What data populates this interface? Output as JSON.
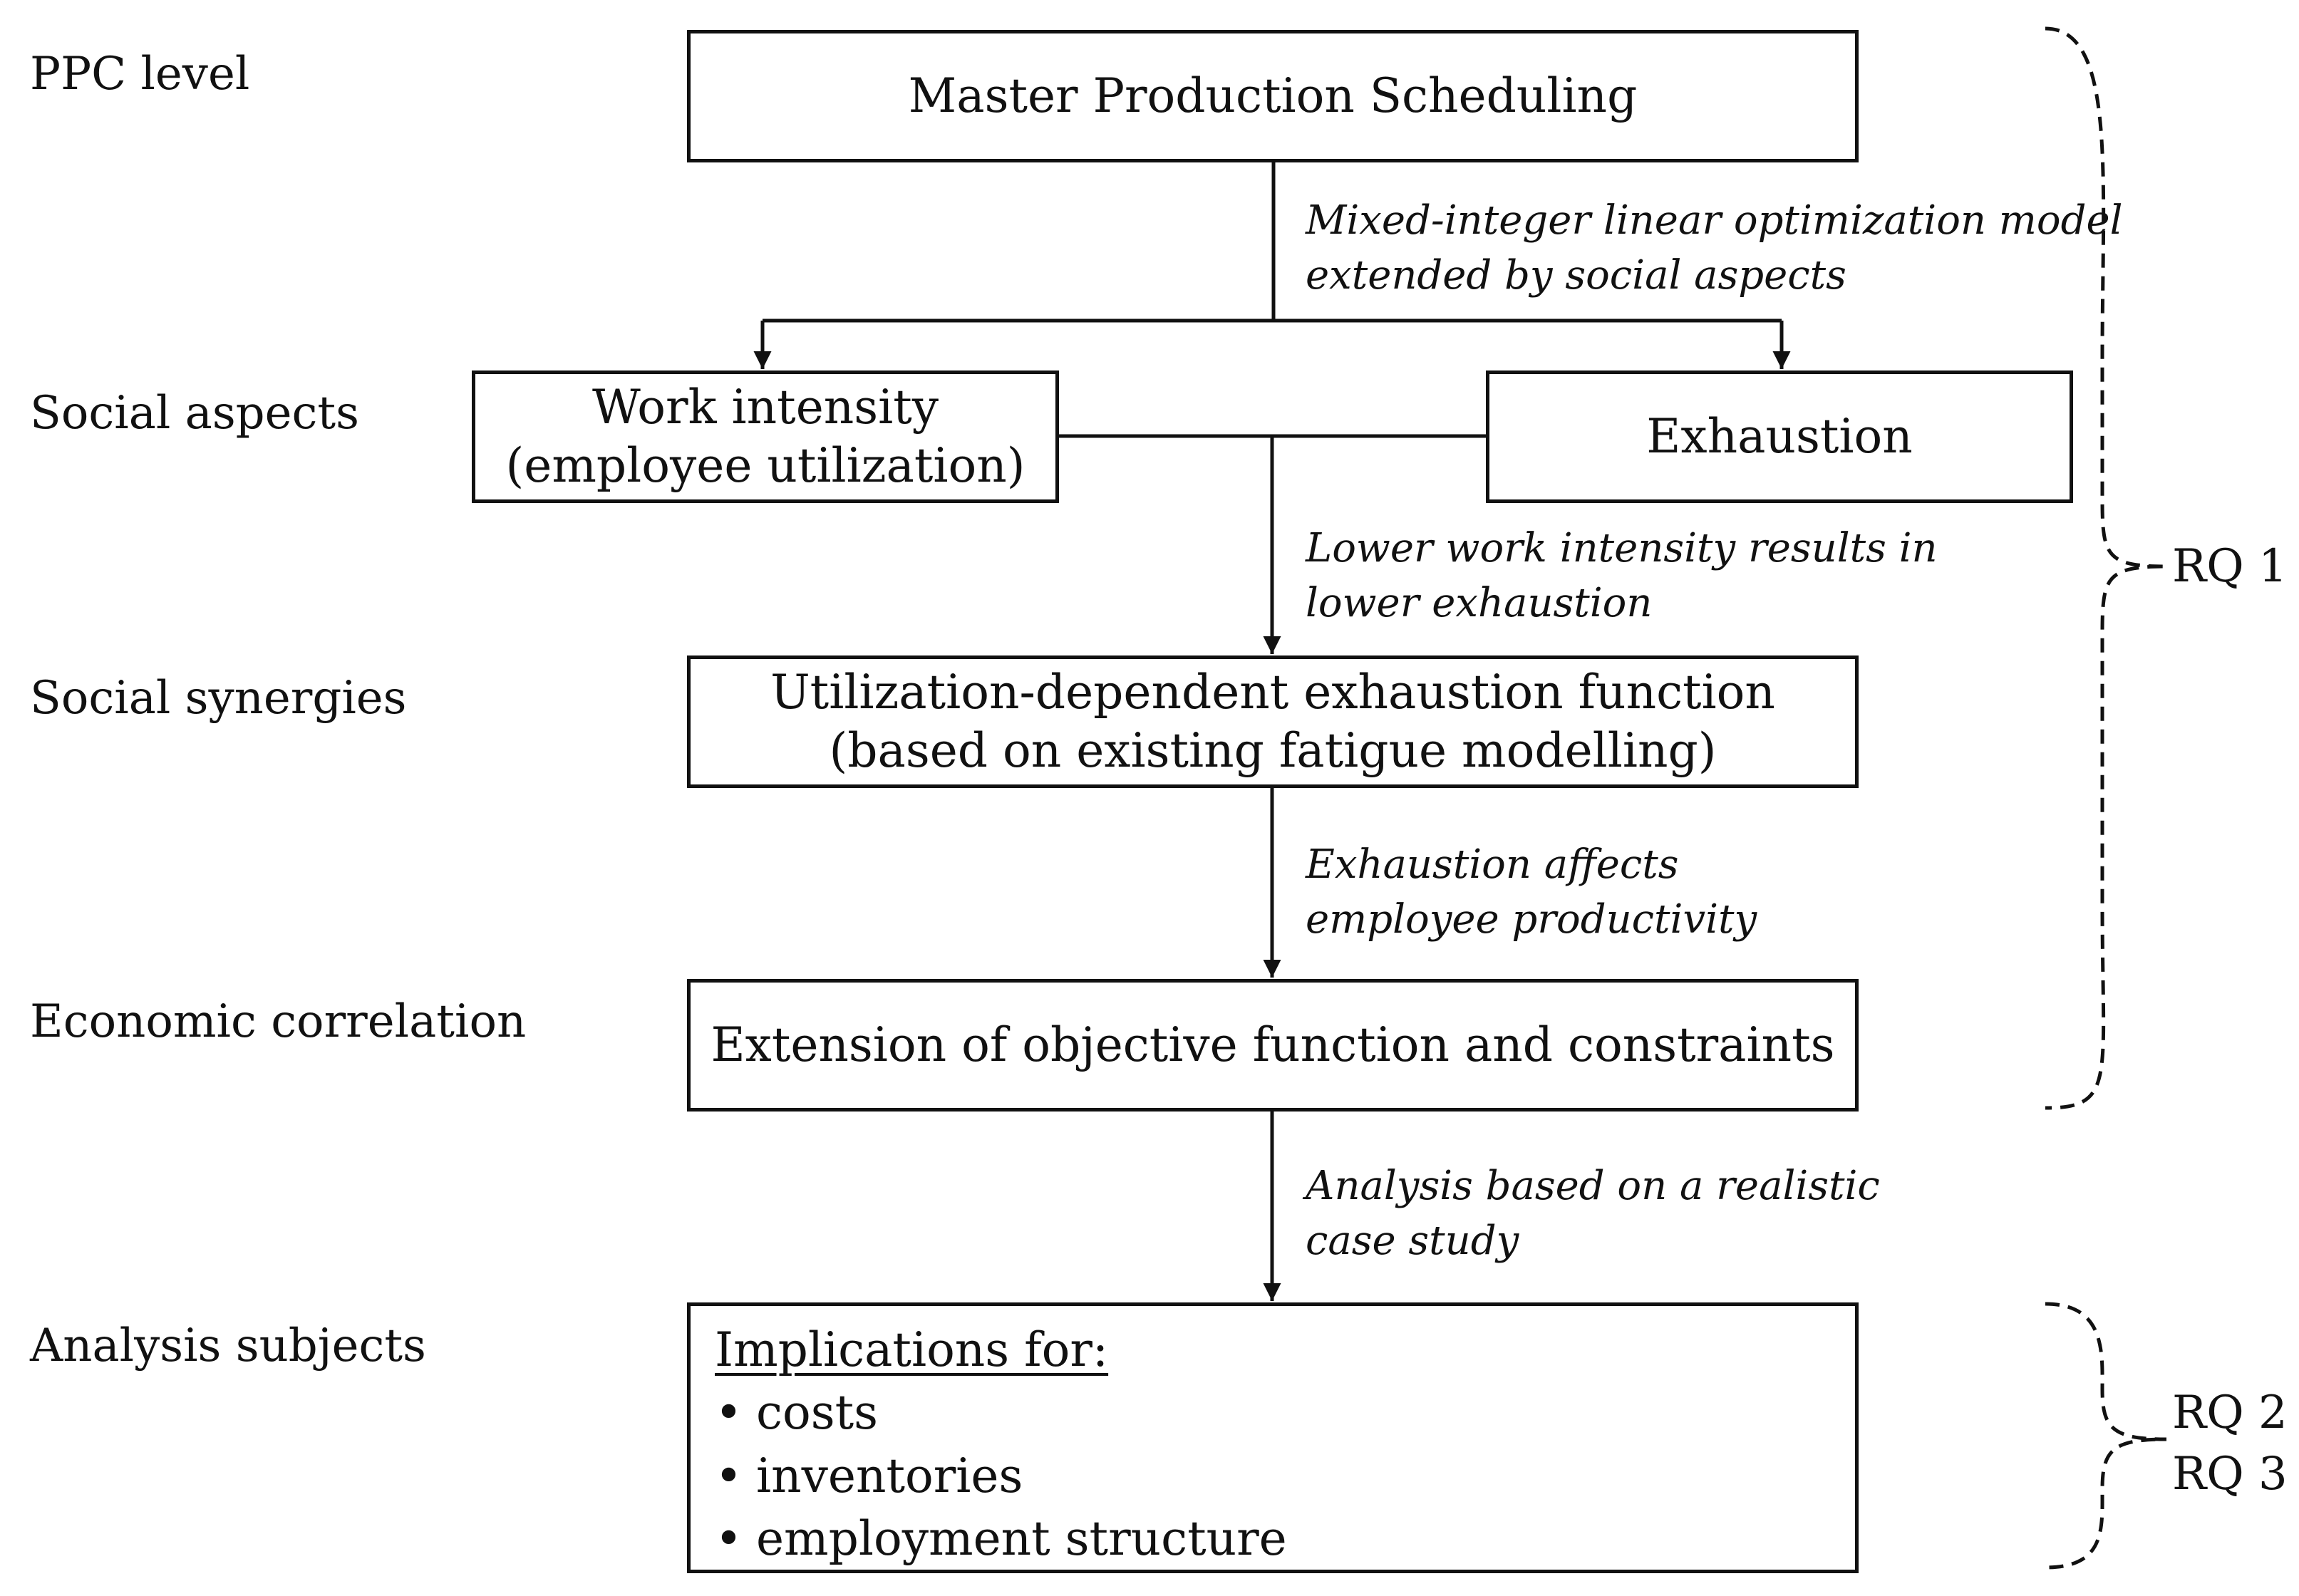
{
  "row_labels": {
    "ppc_level": "PPC level",
    "social_aspects": "Social aspects",
    "social_synergies": "Social synergies",
    "economic_correlation": "Economic correlation",
    "analysis_subjects": "Analysis subjects"
  },
  "boxes": {
    "master_production": "Master Production Scheduling",
    "work_intensity": [
      "Work intensity",
      "(employee utilization)"
    ],
    "exhaustion": "Exhaustion",
    "exhaustion_function": [
      "Utilization-dependent exhaustion function",
      "(based on existing fatigue modelling)"
    ],
    "extension": "Extension of objective function and constraints",
    "implications": {
      "title": "Implications for:",
      "items": [
        "costs",
        "inventories",
        "employment structure"
      ]
    }
  },
  "edge_notes": {
    "milp": [
      "Mixed-integer linear optimization model",
      "extended by social aspects"
    ],
    "lower_work": [
      "Lower work intensity results in",
      "lower exhaustion"
    ],
    "exhaustion_affects": [
      "Exhaustion affects",
      "employee productivity"
    ],
    "analysis_case": [
      "Analysis based on a realistic",
      "case study"
    ]
  },
  "research_questions": {
    "rq1": "RQ 1",
    "rq2": "RQ 2",
    "rq3": "RQ 3"
  }
}
